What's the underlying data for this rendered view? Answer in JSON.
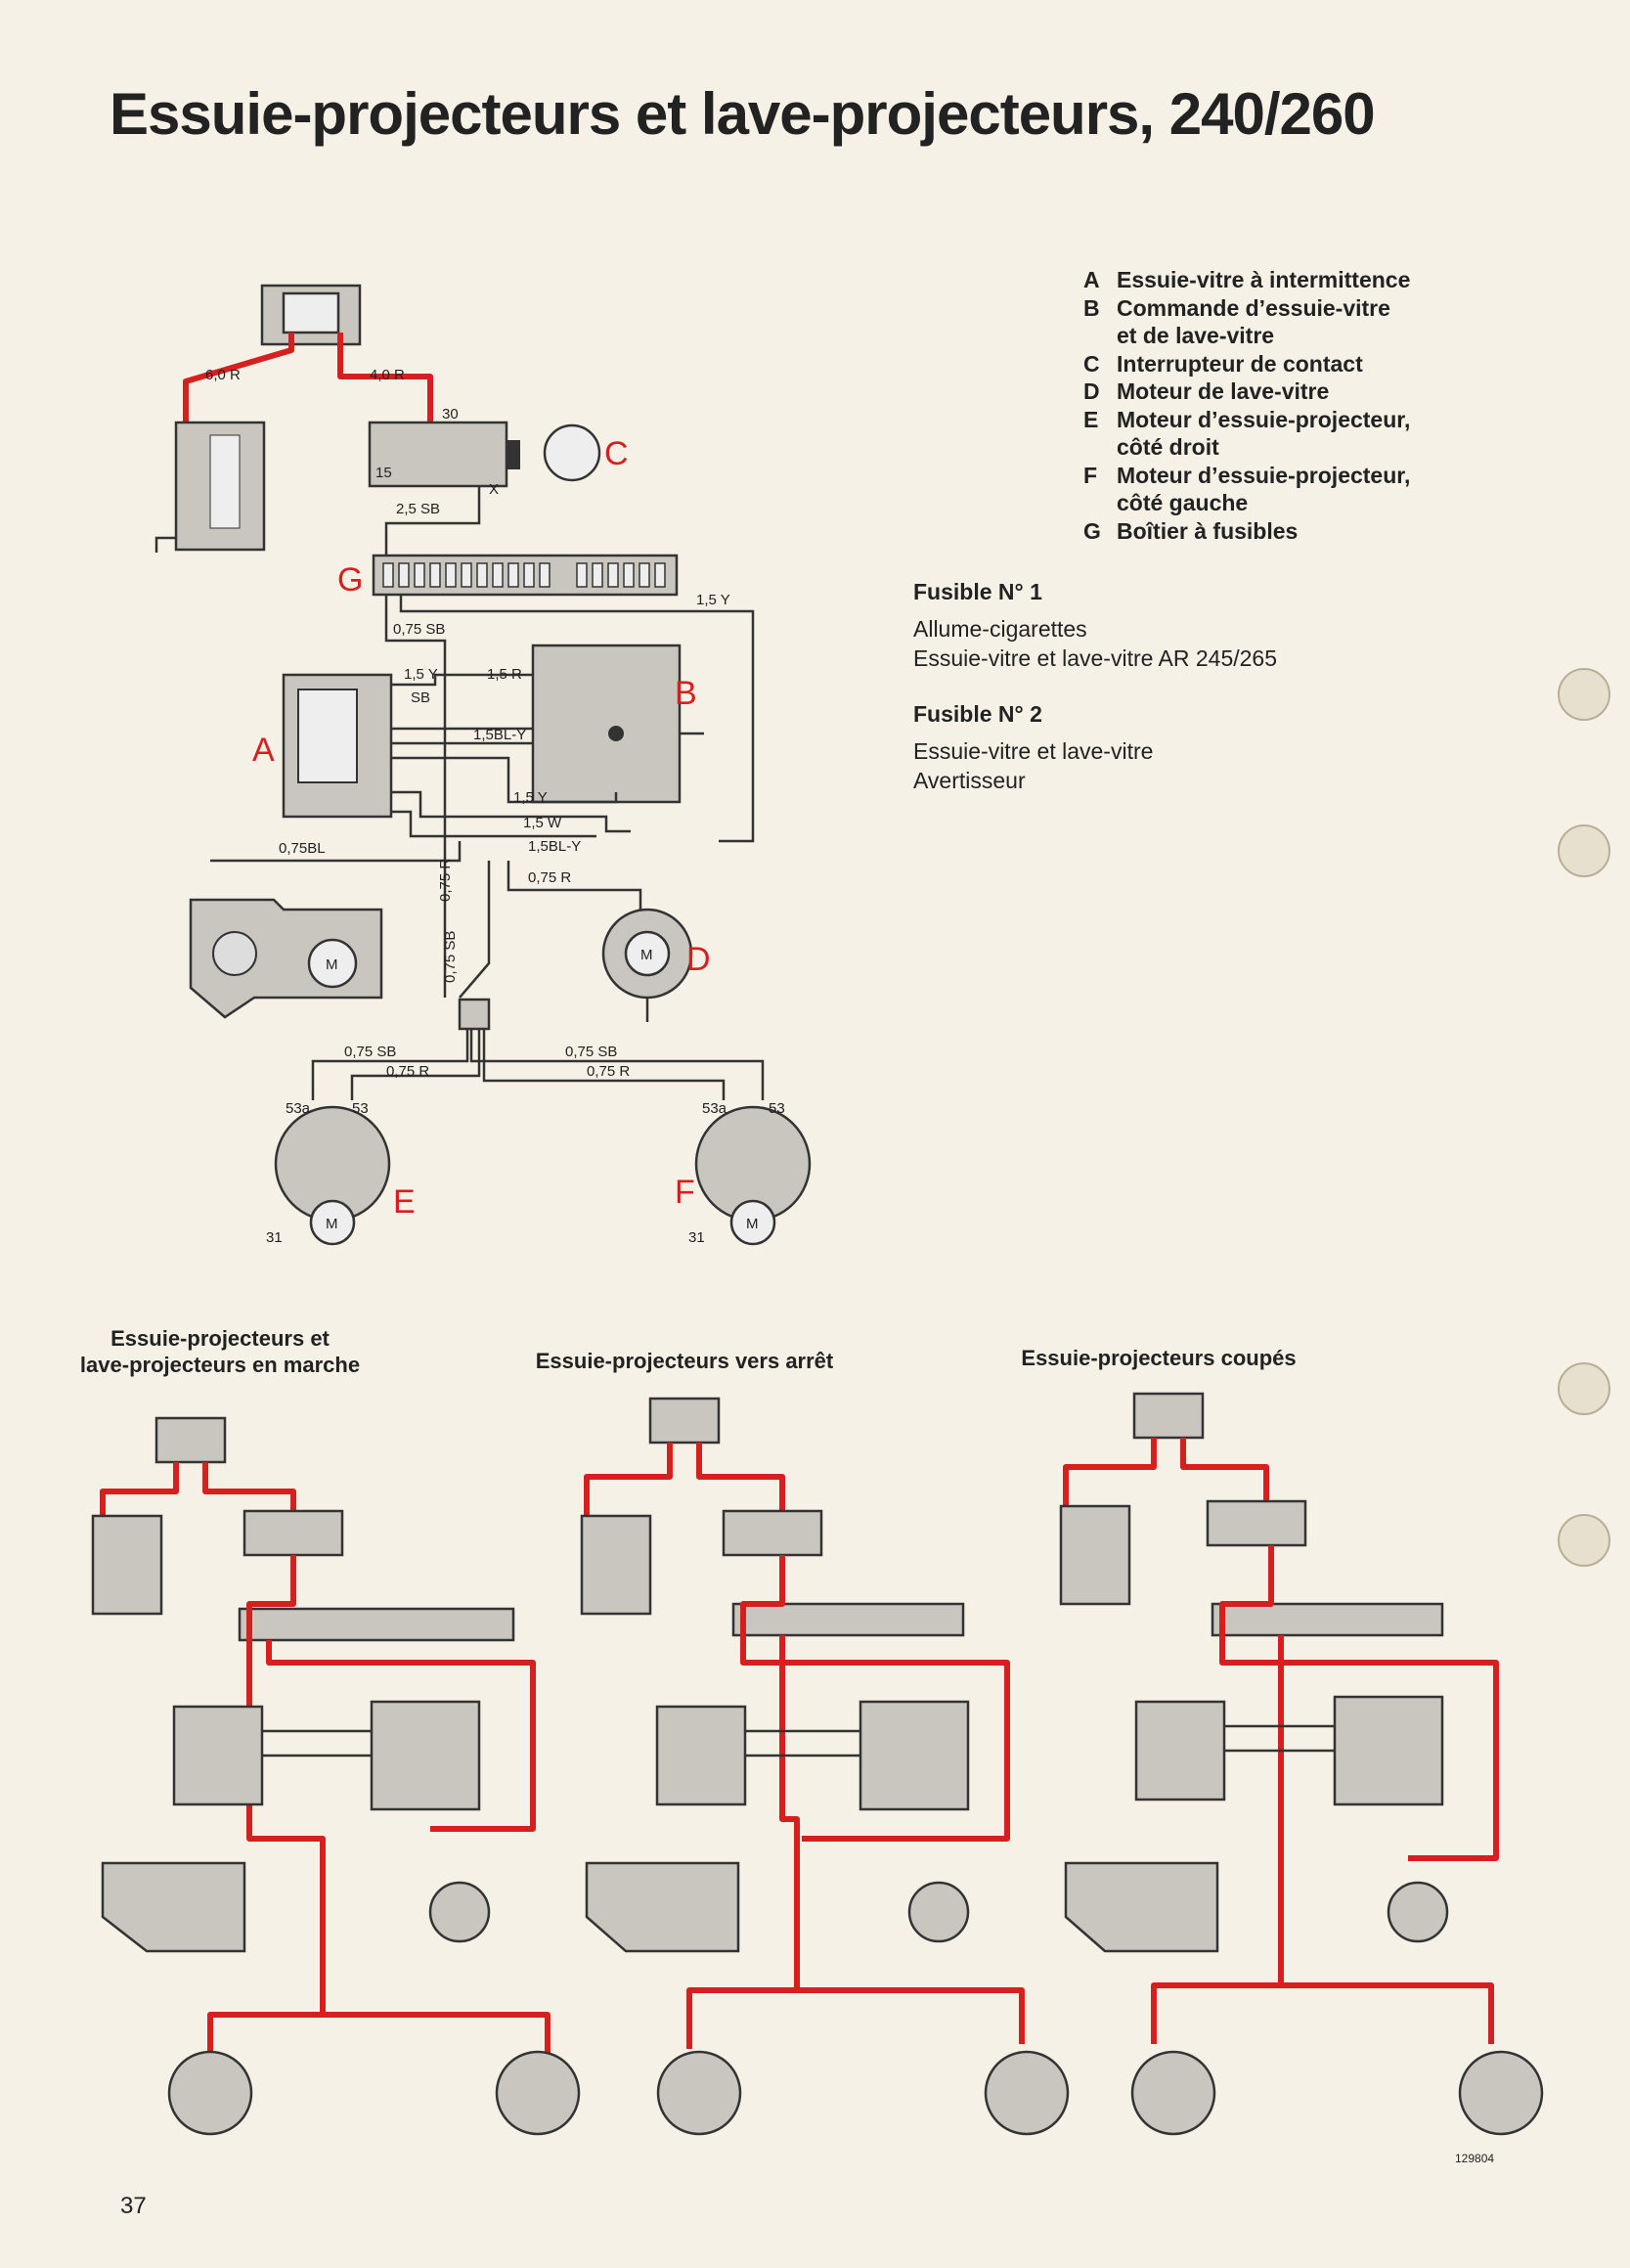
{
  "title": "Essuie-projecteurs et lave-projecteurs, 240/260",
  "legend": [
    {
      "key": "A",
      "text": "Essuie-vitre à intermittence"
    },
    {
      "key": "B",
      "text": "Commande d’essuie-vitre"
    },
    {
      "key": "",
      "text": "et de lave-vitre"
    },
    {
      "key": "C",
      "text": "Interrupteur de contact"
    },
    {
      "key": "D",
      "text": "Moteur de lave-vitre"
    },
    {
      "key": "E",
      "text": "Moteur d’essuie-projecteur,"
    },
    {
      "key": "",
      "text": "côté droit"
    },
    {
      "key": "F",
      "text": "Moteur d’essuie-projecteur,"
    },
    {
      "key": "",
      "text": "côté gauche"
    },
    {
      "key": "G",
      "text": "Boîtier à fusibles"
    }
  ],
  "fuse1": {
    "heading": "Fusible N° 1",
    "line1": "Allume-cigarettes",
    "line2": "Essuie-vitre et lave-vitre AR 245/265"
  },
  "fuse2": {
    "heading": "Fusible N° 2",
    "line1": "Essuie-vitre et lave-vitre",
    "line2": "Avertisseur"
  },
  "subtitles": {
    "s1a": "Essuie-projecteurs et",
    "s1b": "lave-projecteurs en marche",
    "s2": "Essuie-projecteurs vers arrêt",
    "s3": "Essuie-projecteurs coupés"
  },
  "component_letters": {
    "a": "A",
    "b": "B",
    "c": "C",
    "d": "D",
    "e": "E",
    "f": "F",
    "g": "G"
  },
  "wire_labels": {
    "w60r": "6,0 R",
    "w40r": "4,0 R",
    "w25sb": "2,5 SB",
    "t30": "30",
    "t15": "15",
    "tx": "X",
    "w15y_a": "1,5 Y",
    "w075sb": "0,75 SB",
    "w15y_b": "1,5 Y",
    "w15r": "1,5 R",
    "sb": "SB",
    "w15bly": "1,5BL-Y",
    "w15y_c": "1,5 Y",
    "w15w": "1,5 W",
    "w15bly_b": "1,5BL-Y",
    "w075bl": "0,75BL",
    "w075r": "0,75 R",
    "w075r_v": "0,75 R",
    "w075sb_v": "0,75 SB",
    "w075sb_l": "0,75 SB",
    "w075sb_r": "0,75 SB",
    "w075r_l": "0,75 R",
    "w075r_r": "0,75 R",
    "t53a_l": "53a",
    "t53_l": "53",
    "t53a_r": "53a",
    "t53_r": "53",
    "t31_e": "31",
    "t31_f": "31",
    "m": "M"
  },
  "page_number": "37",
  "figure_ref": "129804"
}
